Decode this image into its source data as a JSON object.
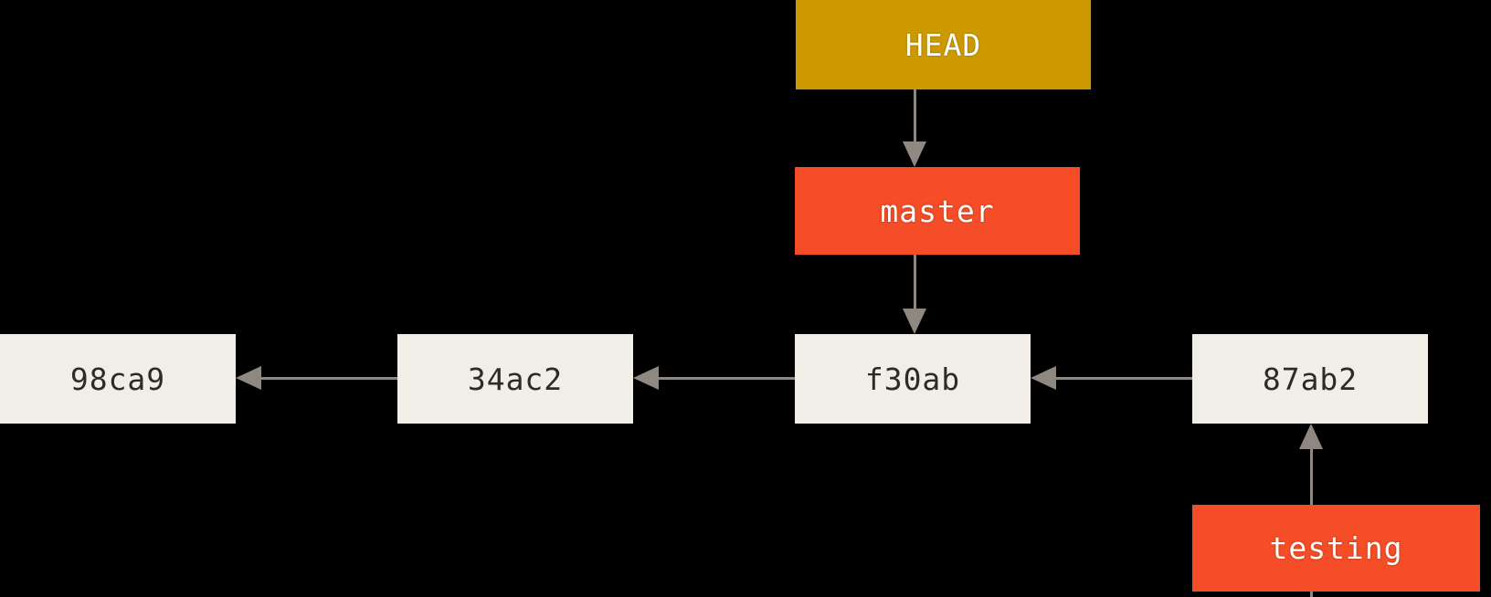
{
  "diagram": {
    "type": "git-commit-graph",
    "background_color": "#000000",
    "arrow_color": "#8E8881",
    "node_colors": {
      "head_pointer": "#CC9A00",
      "branch": "#F44D27",
      "commit": "#F0EEE6"
    },
    "text_colors": {
      "branch_label": "#FFFFFF",
      "commit_label": "#2B2B28"
    },
    "nodes": {
      "head": {
        "label": "HEAD",
        "kind": "pointer"
      },
      "master": {
        "label": "master",
        "kind": "branch"
      },
      "testing": {
        "label": "testing",
        "kind": "branch"
      },
      "commit_98ca9": {
        "label": "98ca9",
        "kind": "commit"
      },
      "commit_34ac2": {
        "label": "34ac2",
        "kind": "commit"
      },
      "commit_f30ab": {
        "label": "f30ab",
        "kind": "commit"
      },
      "commit_87ab2": {
        "label": "87ab2",
        "kind": "commit"
      }
    },
    "edges": [
      {
        "from": "HEAD",
        "to": "master"
      },
      {
        "from": "master",
        "to": "f30ab"
      },
      {
        "from": "testing",
        "to": "87ab2"
      },
      {
        "from": "87ab2",
        "to": "f30ab"
      },
      {
        "from": "f30ab",
        "to": "34ac2"
      },
      {
        "from": "34ac2",
        "to": "98ca9"
      }
    ]
  }
}
